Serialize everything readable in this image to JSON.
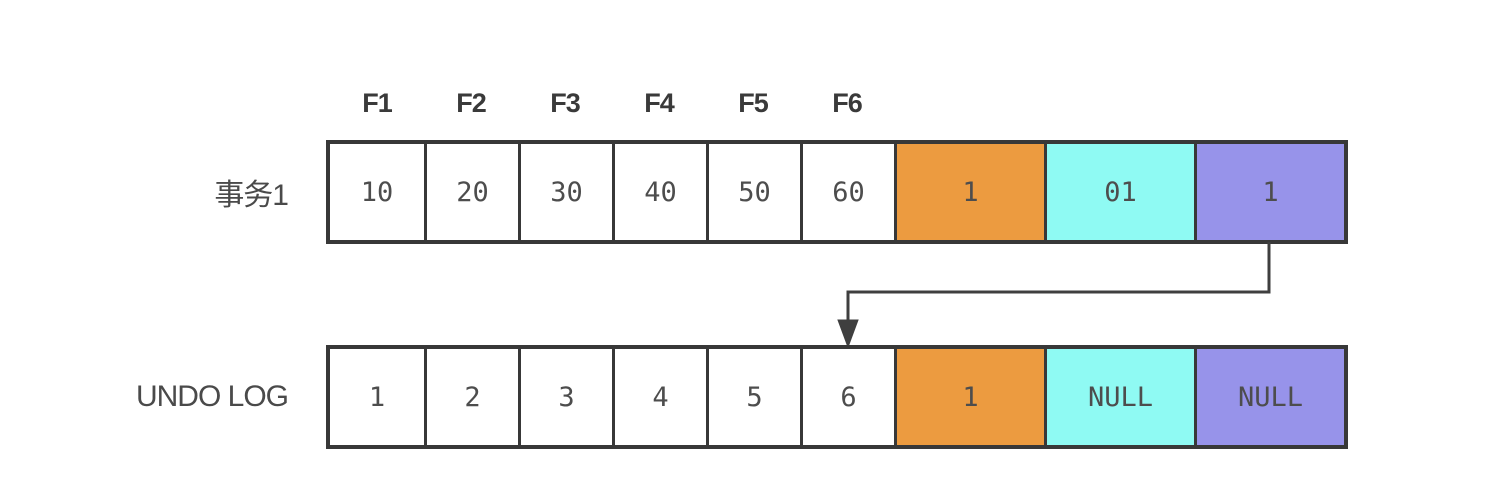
{
  "diagram": {
    "title_semantic": "transaction row vs undo log diagram",
    "field_headers": [
      "F1",
      "F2",
      "F3",
      "F4",
      "F5",
      "F6"
    ],
    "rows": [
      {
        "label": "事务1",
        "cells": [
          {
            "value": "10"
          },
          {
            "value": "20"
          },
          {
            "value": "30"
          },
          {
            "value": "40"
          },
          {
            "value": "50"
          },
          {
            "value": "60"
          },
          {
            "value": "1",
            "bg": "#EC9B40"
          },
          {
            "value": "01",
            "bg": "#8FFAF3"
          },
          {
            "value": "1",
            "bg": "#9793EA"
          }
        ]
      },
      {
        "label": "UNDO LOG",
        "cells": [
          {
            "value": "1"
          },
          {
            "value": "2"
          },
          {
            "value": "3"
          },
          {
            "value": "4"
          },
          {
            "value": "5"
          },
          {
            "value": "6"
          },
          {
            "value": "1",
            "bg": "#EC9B40"
          },
          {
            "value": "NULL",
            "bg": "#8FFAF3"
          },
          {
            "value": "NULL",
            "bg": "#9793EA"
          }
        ]
      }
    ],
    "arrow": {
      "from_cell": "rows.0.cells.8",
      "to_cell": "rows.1.cells.5",
      "color": "#3f3f3f"
    },
    "colors": {
      "orange": "#EC9B40",
      "cyan": "#8FFAF3",
      "purple": "#9793EA",
      "cell_border": "#383838",
      "text": "#4d4d4d"
    }
  }
}
